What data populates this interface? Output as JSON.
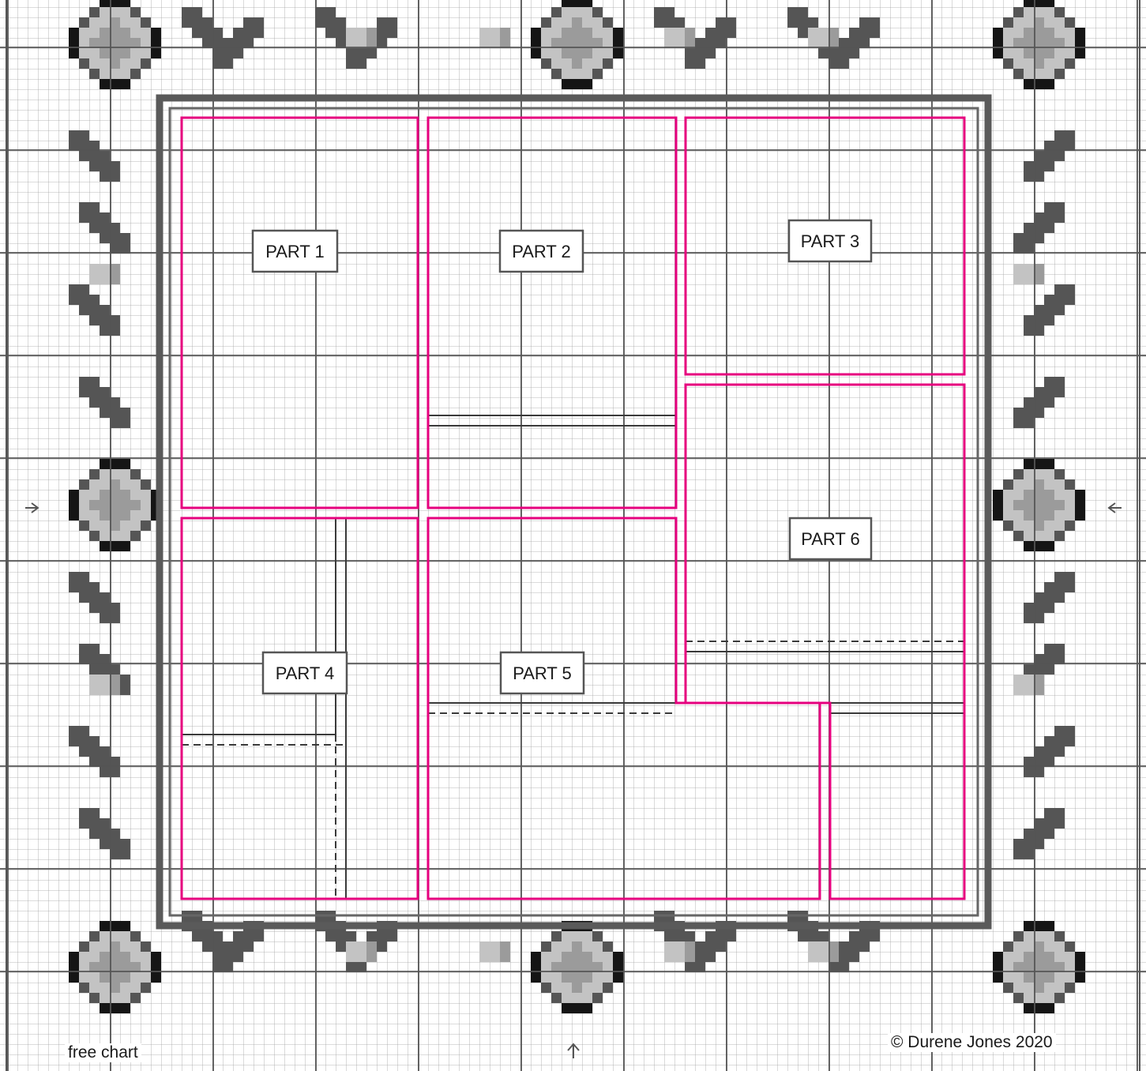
{
  "chart": {
    "parts": [
      {
        "id": 1,
        "label": "PART 1"
      },
      {
        "id": 2,
        "label": "PART 2"
      },
      {
        "id": 3,
        "label": "PART 3"
      },
      {
        "id": 4,
        "label": "PART 4"
      },
      {
        "id": 5,
        "label": "PART 5"
      },
      {
        "id": 6,
        "label": "PART 6"
      }
    ],
    "free_label": "free chart",
    "copyright": "© Durene Jones 2020"
  },
  "colors": {
    "outline": "#e6007e",
    "grid_fine": "#9a9a9a",
    "grid_major": "#555555",
    "frame": "#5a5a5a",
    "motif_dark": "#555555",
    "motif_mid": "#9b9b9b",
    "motif_light": "#c3c3c3",
    "motif_black": "#151515"
  },
  "icons": {
    "left_marker": "arrow-right-icon",
    "right_marker": "arrow-left-icon",
    "bottom_marker": "arrow-up-icon"
  }
}
